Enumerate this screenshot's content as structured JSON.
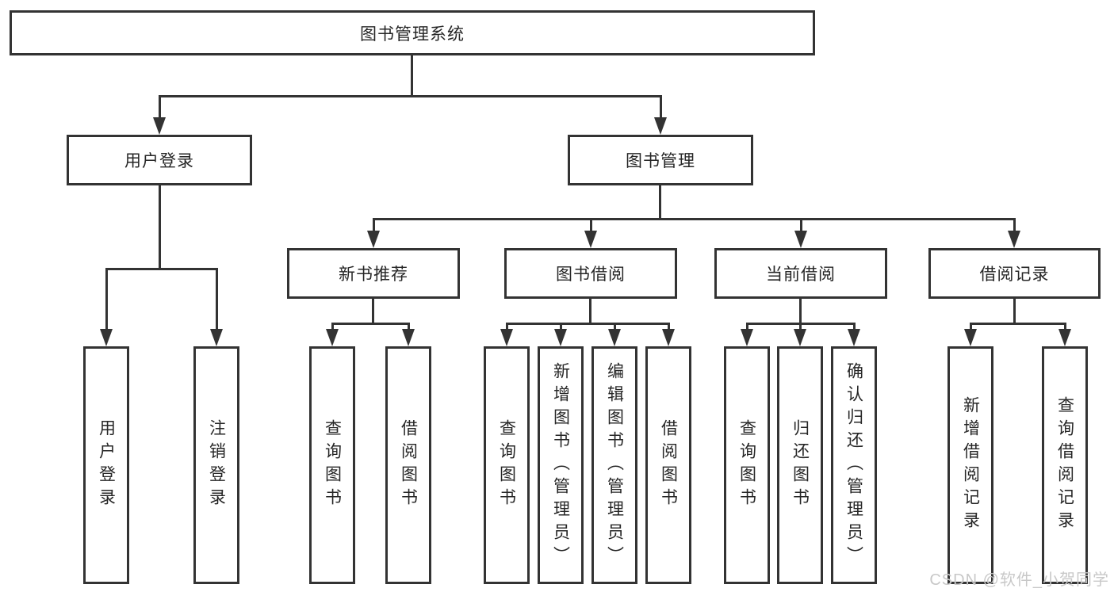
{
  "tree": {
    "label": "图书管理系统",
    "children": [
      {
        "label": "用户登录",
        "children": [
          {
            "label": "用户登录"
          },
          {
            "label": "注销登录"
          }
        ]
      },
      {
        "label": "图书管理",
        "children": [
          {
            "label": "新书推荐",
            "children": [
              {
                "label": "查询图书"
              },
              {
                "label": "借阅图书"
              }
            ]
          },
          {
            "label": "图书借阅",
            "children": [
              {
                "label": "查询图书"
              },
              {
                "label": "新增图书（管理员）"
              },
              {
                "label": "编辑图书（管理员）"
              },
              {
                "label": "借阅图书"
              }
            ]
          },
          {
            "label": "当前借阅",
            "children": [
              {
                "label": "查询图书"
              },
              {
                "label": "归还图书"
              },
              {
                "label": "确认归还（管理员）"
              }
            ]
          },
          {
            "label": "借阅记录",
            "children": [
              {
                "label": "新增借阅记录"
              },
              {
                "label": "查询借阅记录"
              }
            ]
          }
        ]
      }
    ]
  },
  "watermark": "CSDN @软件_小贺同学",
  "colors": {
    "line": "#333333",
    "text": "#262626",
    "background": "#ffffff",
    "watermark": "#c8c8c8"
  }
}
